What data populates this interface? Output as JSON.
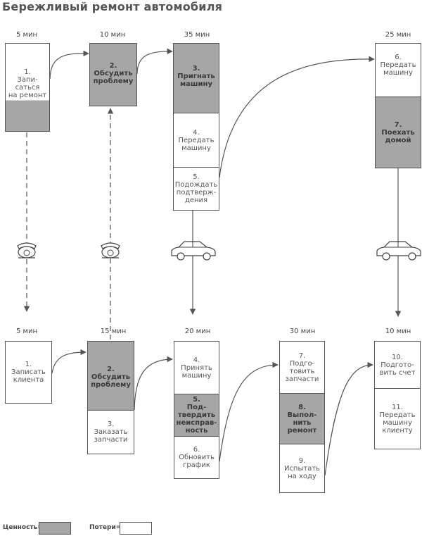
{
  "title": "Бережливый ремонт автомобиля",
  "colors": {
    "value": "#a6a6a6",
    "waste": "#ffffff",
    "line": "#555555"
  },
  "top_row": {
    "times": [
      "5 мин",
      "10  мин",
      "35 мин",
      "25 мин"
    ],
    "steps": [
      "1.\nЗапи-\nсаться\nна ремонт",
      "2.\nОбсудить\nпроблему",
      "3.\nПригнать\nмашину",
      "4.\nПередать\nмашину",
      "5.\nПодождать\nподтверж-\nдения",
      "6.\nПередать\nмашину",
      "7.\nПоехать\nдомой"
    ]
  },
  "bottom_row": {
    "times": [
      "5 мин",
      "15  мин",
      "20 мин",
      "30 мин",
      "10 мин"
    ],
    "steps": [
      "1.\nЗаписать\nклиента",
      "2.\nОбсудить\nпроблему",
      "3.\nЗаказать\nзапчасти",
      "4.\nПринять\nмашину",
      "5.\nПод-\nтвердить\nнеисправ-\nность",
      "6.\nОбновить\nграфик",
      "7.\nПодго-\nтовить\nзапчасти",
      "8.\nВыпол-\nнить\nремонт",
      "9.\nИспытать\nна ходу",
      "10.\nПодгото-\nвить счет",
      "11.\nПередать\nмашину\nклиенту"
    ]
  },
  "icons": [
    "phone-icon",
    "phone-icon",
    "car-icon",
    "car-icon"
  ],
  "legend": {
    "value_label": "Ценность=",
    "waste_label": "Потери="
  }
}
